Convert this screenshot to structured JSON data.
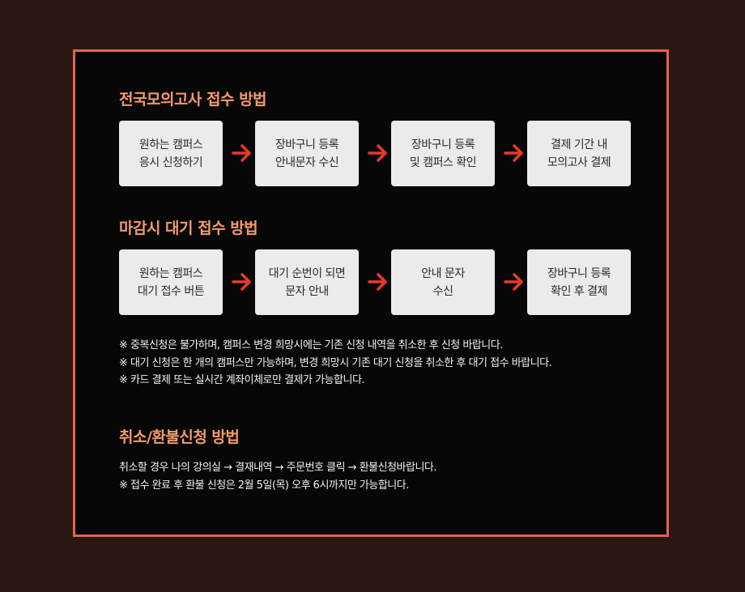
{
  "section1": {
    "title": "전국모의고사 접수 방법",
    "steps": [
      "원하는 캠퍼스\n응시 신청하기",
      "장바구니 등록\n안내문자 수신",
      "장바구니 등록\n및 캠퍼스 확인",
      "결제 기간 내\n모의고사 결제"
    ]
  },
  "section2": {
    "title": "마감시 대기  접수 방법",
    "steps": [
      "원하는 캠퍼스\n대기 접수 버튼",
      "대기 순번이 되면\n문자 안내",
      "안내 문자\n수신",
      "장바구니 등록\n확인 후 결제"
    ],
    "notes": [
      "※ 중복신청은 불가하며, 캠퍼스 변경 희망시에는 기존 신청 내역을 취소한 후 신청 바랍니다.",
      "※ 대기 신청은 한 개의 캠퍼스만 가능하며, 변경 희망시 기존 대기 신청을 취소한 후 대기 접수 바랍니다.",
      "※ 카드 결제 또는 실시간 계좌이체로만 결제가 가능합니다."
    ]
  },
  "section3": {
    "title": "취소/환불신청 방법",
    "notes": [
      "취소할 경우 나의 강의실 → 결재내역 → 주문번호 클릭 → 환불신청바랍니다.",
      "※ 접수 완료 후 환불 신청은 2월 5일(목) 오후 6시까지만 가능합니다."
    ]
  },
  "colors": {
    "accent": "#f49a6c",
    "border": "#e8624f",
    "arrow": "#e53b2d",
    "background": "#2b1712",
    "panel": "#070707",
    "card": "#ebebeb"
  },
  "icons": {
    "arrow": "arrow-right-icon"
  }
}
